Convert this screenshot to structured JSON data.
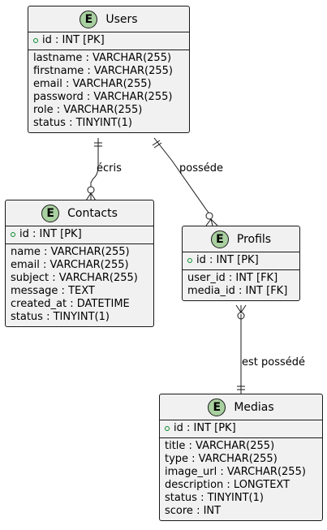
{
  "entities": {
    "users": {
      "badge": "E",
      "title": "Users",
      "key": "id : INT [PK]",
      "attrs": [
        "lastname : VARCHAR(255)",
        "firstname : VARCHAR(255)",
        "email : VARCHAR(255)",
        "password : VARCHAR(255)",
        "role : VARCHAR(255)",
        "status : TINYINT(1)"
      ]
    },
    "contacts": {
      "badge": "E",
      "title": "Contacts",
      "key": "id : INT [PK]",
      "attrs": [
        "name : VARCHAR(255)",
        "email : VARCHAR(255)",
        "subject : VARCHAR(255)",
        "message : TEXT",
        "created_at : DATETIME",
        "status : TINYINT(1)"
      ]
    },
    "profils": {
      "badge": "E",
      "title": "Profils",
      "key": "id : INT [PK]",
      "attrs": [
        "user_id : INT [FK]",
        "media_id : INT [FK]"
      ]
    },
    "medias": {
      "badge": "E",
      "title": "Medias",
      "key": "id : INT [PK]",
      "attrs": [
        "title : VARCHAR(255)",
        "type : VARCHAR(255)",
        "image_url : VARCHAR(255)",
        "description : LONGTEXT",
        "status : TINYINT(1)",
        "score : INT"
      ]
    }
  },
  "relations": [
    {
      "label": "écris",
      "from": "users",
      "to": "contacts",
      "from_card": "exactly-one",
      "to_card": "zero-or-many"
    },
    {
      "label": "posséde",
      "from": "users",
      "to": "profils",
      "from_card": "exactly-one",
      "to_card": "zero-or-many"
    },
    {
      "label": "est possédé",
      "from": "profils",
      "to": "medias",
      "from_card": "zero-or-many",
      "to_card": "exactly-one"
    }
  ],
  "colors": {
    "entity_fill": "#f1f1f1",
    "badge_fill": "#a9d0a0",
    "line": "#181818",
    "pk_marker": "#0a8a2a"
  }
}
